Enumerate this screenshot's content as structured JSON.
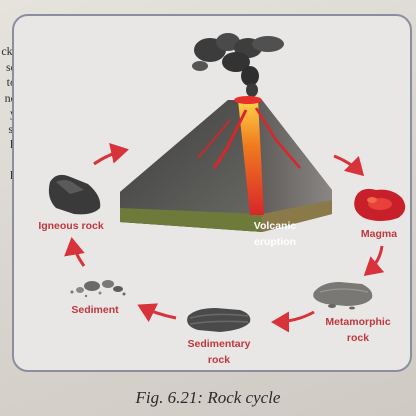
{
  "side_text_fragments": [
    "ck:",
    "se",
    "to",
    "ne",
    "y",
    "s,",
    "k",
    ",",
    "k"
  ],
  "labels": {
    "volcanic_eruption": [
      "Volcanic",
      "eruption"
    ],
    "magma": "Magma",
    "metamorphic_rock": [
      "Metamorphic",
      "rock"
    ],
    "sedimentary_rock": [
      "Sedimentary",
      "rock"
    ],
    "sediment": "Sediment",
    "igneous_rock": "Igneous rock"
  },
  "caption": "Fig. 6.21: Rock cycle",
  "colors": {
    "arrow": "#d8323a",
    "label_red": "#c0373f",
    "lava": "#e8302a",
    "frame": "#8a8fa0"
  }
}
